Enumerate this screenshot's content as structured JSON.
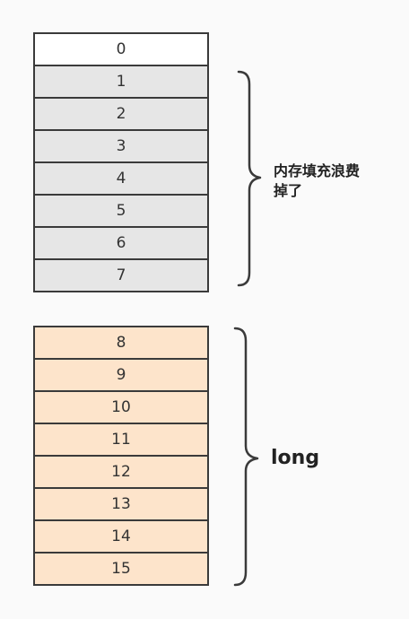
{
  "top_stack": {
    "cells": [
      "0",
      "1",
      "2",
      "3",
      "4",
      "5",
      "6",
      "7"
    ],
    "brace_label": "内存填充浪费掉了"
  },
  "bottom_stack": {
    "cells": [
      "8",
      "9",
      "10",
      "11",
      "12",
      "13",
      "14",
      "15"
    ],
    "brace_label": "long"
  },
  "colors": {
    "blank_cell": "#ffffff",
    "padding_cell": "#e6e6e6",
    "long_cell": "#fde4cb",
    "border": "#3a3a3a"
  }
}
